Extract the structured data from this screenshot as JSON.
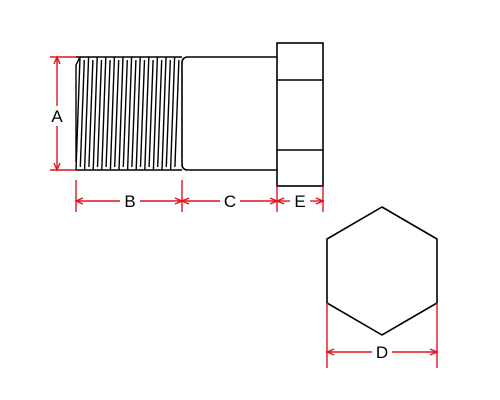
{
  "labels": {
    "a": "A",
    "b": "B",
    "c": "C",
    "d": "D",
    "e": "E"
  },
  "colors": {
    "outline": "#000000",
    "dimension": "#e0141e",
    "background": "#ffffff"
  }
}
